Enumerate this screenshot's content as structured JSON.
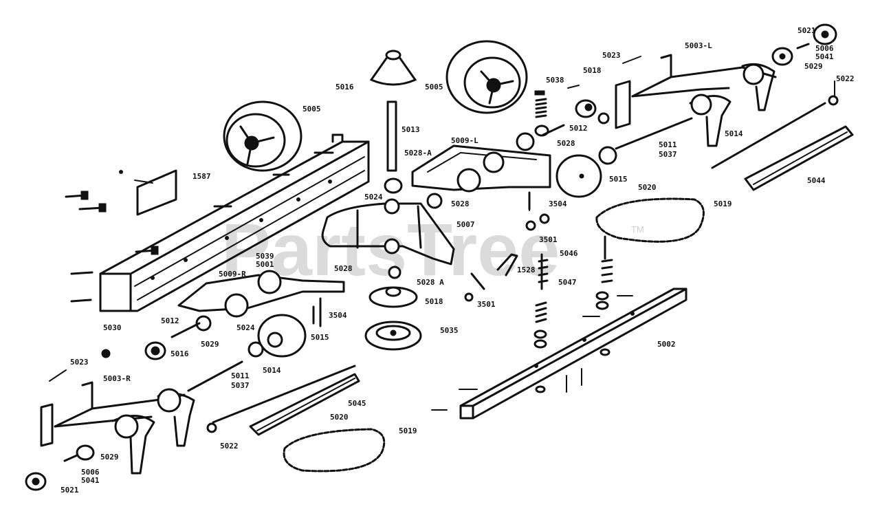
{
  "watermark": {
    "text": "PartsTree",
    "tm": "TM"
  },
  "labels": {
    "l5021a": "5021",
    "l5006a": "5006",
    "l5041a": "5041",
    "l5029a": "5029",
    "l5022a": "5022",
    "l5023a": "5023",
    "l5003L": "5003-L",
    "l5016": "5016",
    "l5005a": "5005",
    "l5038": "5038",
    "l5018a": "5018",
    "l5012a": "5012",
    "l5013": "5013",
    "l5028Aa": "5028-A",
    "l5009L": "5009-L",
    "l5028a": "5028",
    "l5011a": "5011",
    "l5037a": "5037",
    "l5014a": "5014",
    "l5044": "5044",
    "l5005b": "5005",
    "l1587": "1587",
    "l5015a": "5015",
    "l5020a": "5020",
    "l5019a": "5019",
    "l3504a": "3504",
    "l5024a": "5024",
    "l5028b": "5028",
    "l5007": "5007",
    "l3501a": "3501",
    "l5039": "5039",
    "l5001": "5001",
    "l5046": "5046",
    "l1528": "1528",
    "l5028c": "5028",
    "l5009R": "5009-R",
    "l5028Ab": "5028 A",
    "l5047": "5047",
    "l5018b": "5018",
    "l3501b": "3501",
    "l5030": "5030",
    "l3504b": "3504",
    "l5012b": "5012",
    "l5024b": "5024",
    "l5029b": "5029",
    "l5015b": "5015",
    "l5035": "5035",
    "l5002": "5002",
    "l5016b": "5016",
    "l5023b": "5023",
    "l5014b": "5014",
    "l5003R": "5003-R",
    "l5011b": "5011",
    "l5037b": "5037",
    "l5045": "5045",
    "l5020b": "5020",
    "l5019b": "5019",
    "l5022b": "5022",
    "l5029c": "5029",
    "l5006b": "5006",
    "l5041b": "5041",
    "l5021b": "5021"
  }
}
